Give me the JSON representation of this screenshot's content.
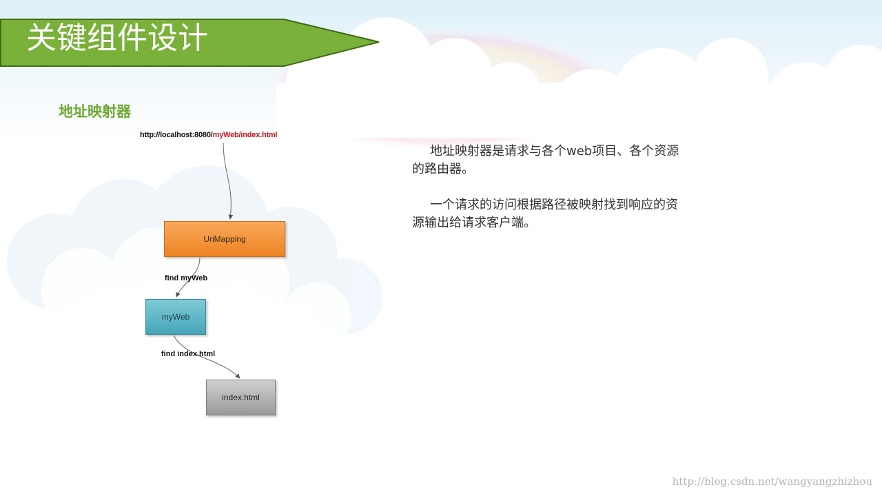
{
  "slide": {
    "title": "关键组件设计",
    "section_title": "地址映射器",
    "watermark": "http://blog.csdn.net/wangyangzhizhou"
  },
  "colors": {
    "banner_green": "#7ab13a",
    "banner_outline": "#3f6b17",
    "section_green": "#6fa833",
    "url_red": "#c0161b",
    "node_orange": "#f0892a",
    "node_teal": "#58b2c3",
    "node_gray": "#b0b0b0"
  },
  "diagram": {
    "url": {
      "base": "http://localhost:8080/",
      "path": "myWeb/index.html"
    },
    "nodes": [
      {
        "id": "urimapping",
        "label": "UriMapping"
      },
      {
        "id": "myweb",
        "label": "myWeb"
      },
      {
        "id": "index",
        "label": "index.html"
      }
    ],
    "edges": [
      {
        "from": "url",
        "to": "urimapping",
        "label": ""
      },
      {
        "from": "urimapping",
        "to": "myweb",
        "label": "find myWeb"
      },
      {
        "from": "myweb",
        "to": "index",
        "label": "find index.html"
      }
    ]
  },
  "description": {
    "paragraphs": [
      "地址映射器是请求与各个web项目、各个资源的路由器。",
      "一个请求的访问根据路径被映射找到响应的资源输出给请求客户端。"
    ]
  }
}
